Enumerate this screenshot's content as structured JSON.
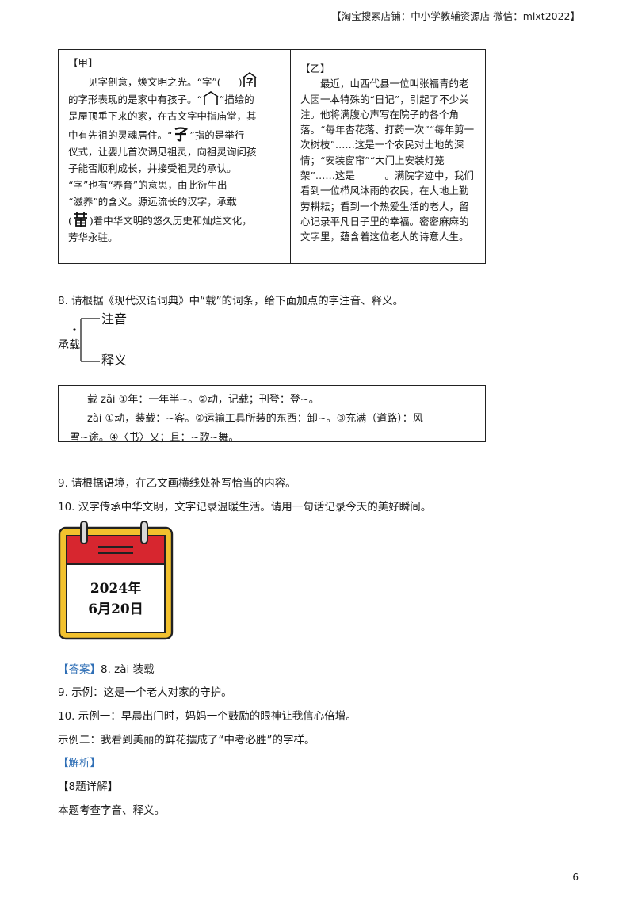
{
  "header": {
    "note": "【淘宝搜索店铺：中小学教辅资源店 微信：mlxt2022】"
  },
  "passage_a": {
    "label": "【甲】",
    "line1": "见字剖意，焕文明之光。“字”(",
    "line1_end": ")",
    "line2": "的字形表现的是家中有孩子。“",
    "line2_end": "”描绘的",
    "line3": "是屋顶垂下来的家，在古文字中指庙堂，其",
    "line4": "中有先祖的灵魂居住。“",
    "line4_end": "”指的是举行",
    "line5": "仪式，让婴儿首次谒见祖灵，向祖灵询问孩",
    "line6": "子能否顺利成长，并接受祖灵的承认。",
    "line7": "“字”也有“养育”的意思，由此衍生出",
    "line8": "“滋养”的含义。源远流长的汉字，承载",
    "line9_start": "(",
    "line9": ")着中华文明的悠久历史和灿烂文化，",
    "line10": "芳华永驻。"
  },
  "passage_b": {
    "label": "【乙】",
    "text": "最近，山西代县一位叫张福青的老人因一本特殊的“日记”，引起了不少关注。他将满腹心声写在院子的各个角落。“每年杏花落、打药一次”“每年剪一次树枝”……这是一个农民对土地的深情；“安装窗帘”“大门上安装灯笼架”……这是______。满院字迹中，我们看到一位栉风沐雨的农民，在大地上勤劳耕耘；看到一个热爱生活的老人，留心记录平凡日子里的幸福。密密麻麻的文字里，蕴含着这位老人的诗意人生。"
  },
  "q8": {
    "text": "8. 请根据《现代汉语词典》中“载”的词条，给下面加点的字注音、释义。",
    "word": "承载",
    "branch_top": "注音",
    "branch_bottom": "释义"
  },
  "dictionary": {
    "line1": "载 zǎi ①年：一年半~。②动，记载；刊登：登~。",
    "line2": "zài ①动，装载：~客。②运输工具所装的东西：卸~。③充满（道路）：风",
    "line3": "雪~途。④〈书〉又；且：~歌~舞。"
  },
  "q9": {
    "text": "9. 请根据语境，在乙文画横线处补写恰当的内容。"
  },
  "q10": {
    "text": "10. 汉字传承中华文明，文字记录温暖生活。请用一句话记录今天的美好瞬间。"
  },
  "calendar": {
    "year": "2024年",
    "date": "6月20日"
  },
  "answer": {
    "tag": "【答案】",
    "a8": "8. zài   装载",
    "a9": "9. 示例：这是一个老人对家的守护。",
    "a10_1": "10. 示例一：早晨出门时，妈妈一个鼓励的眼神让我信心倍增。",
    "a10_2": "示例二：我看到美丽的鲜花摆成了“中考必胜”的字样。",
    "analysis_tag": "【解析】",
    "detail_tag": "【8题详解】",
    "detail_text": "本题考查字音、释义。"
  },
  "page_number": "6",
  "colors": {
    "accent_blue": "#2f6fb6",
    "calendar_red": "#d7262f",
    "calendar_gold": "#f2c12e"
  },
  "icons": [
    "zi-glyph-icon",
    "roof-glyph-icon",
    "child-glyph-icon",
    "zai-glyph-icon",
    "calendar-icon"
  ]
}
